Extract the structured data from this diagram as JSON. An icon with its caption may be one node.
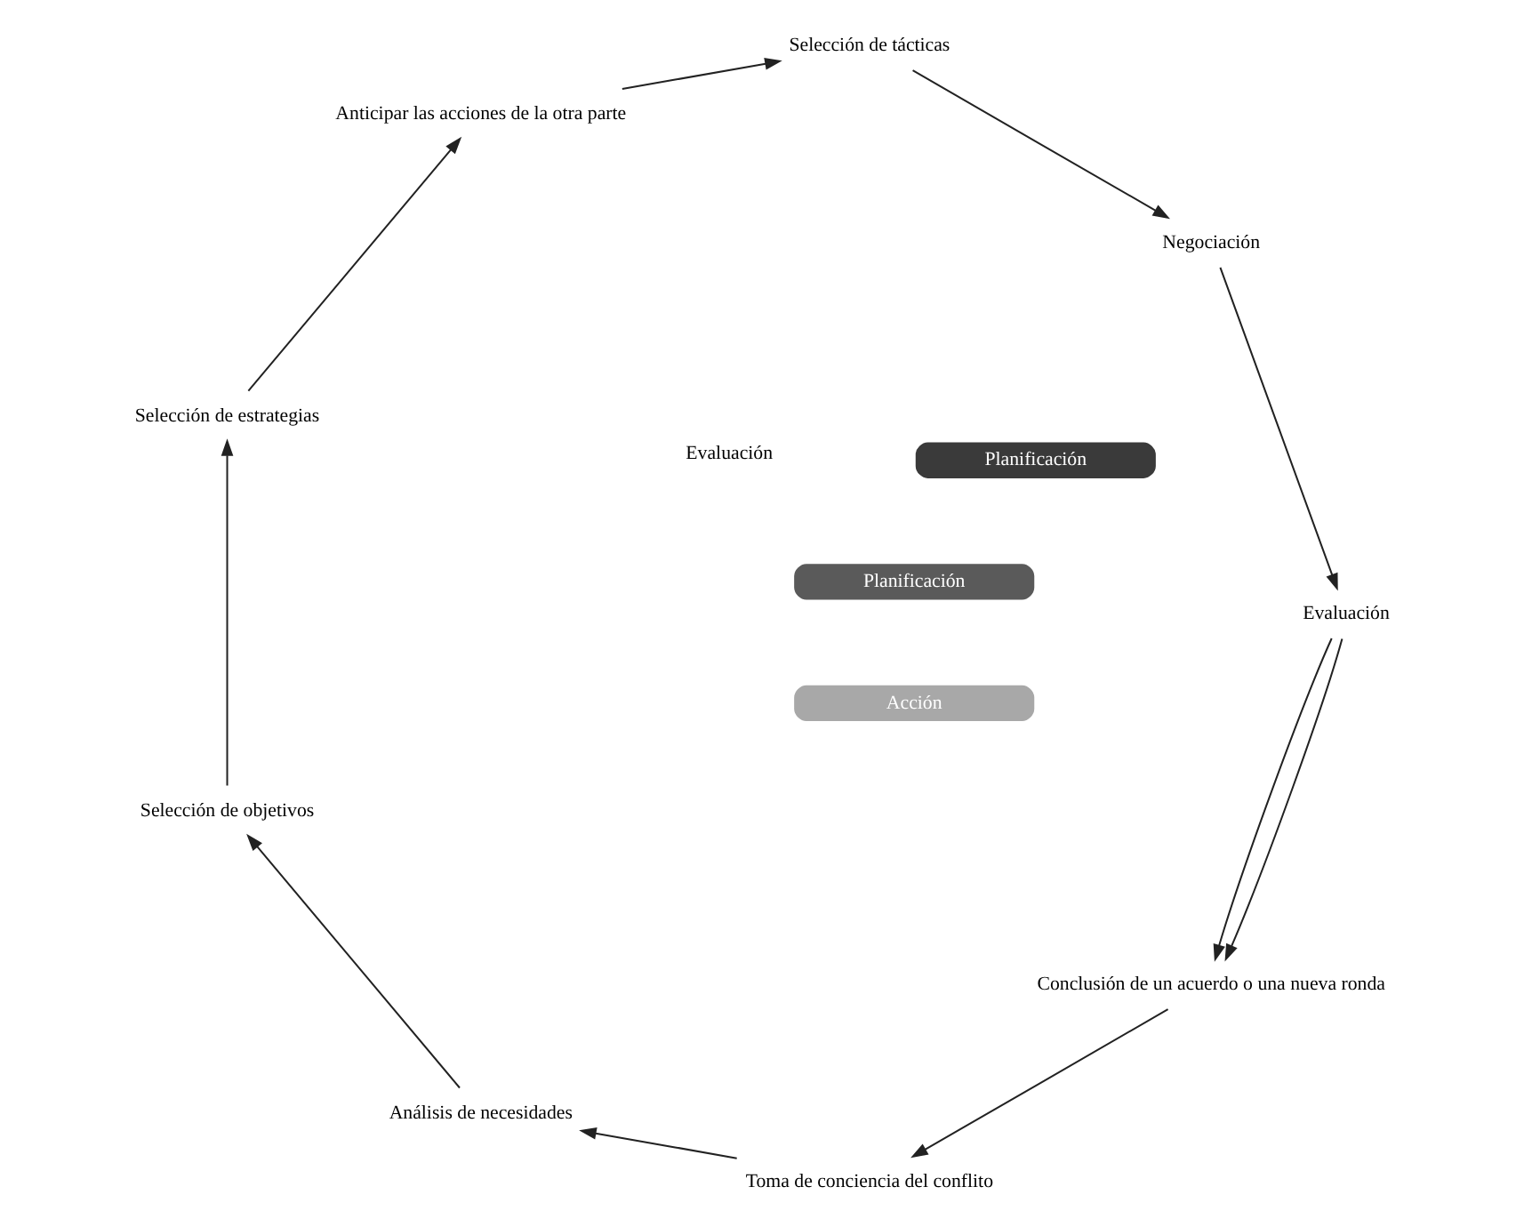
{
  "diagram": {
    "nodes": [
      {
        "text": [
          "Planificación"
        ]
      },
      {
        "text": [
          "Conclusión de un acuerdo o una nueva ronda"
        ]
      },
      {
        "text": [
          "Evaluación"
        ]
      },
      {
        "text": [
          "Toma de conciencia del conflito"
        ]
      },
      {
        "text": [
          "Análisis de necesidades"
        ]
      },
      {
        "text": [
          "Acción"
        ]
      },
      {
        "text": [
          "Negociación"
        ]
      },
      {
        "text": [
          "Selección de objetivos"
        ]
      },
      {
        "text": [
          "Selección de estrategias"
        ]
      },
      {
        "text": [
          "Selección de tácticas"
        ]
      },
      {
        "text": [
          "Anticipar las acciones de la otra parte"
        ]
      },
      {
        "text": [
          "Planificación"
        ]
      }
    ],
    "edges": [
      {
        "from": 2,
        "to": 1,
        "arrow": "to"
      },
      {
        "from": 2,
        "to": 1,
        "arrow": "to"
      },
      {
        "from": 1,
        "to": 3,
        "arrow": "to"
      },
      {
        "from": 3,
        "to": 4,
        "arrow": "to"
      },
      {
        "from": 4,
        "to": 7,
        "arrow": "to"
      },
      {
        "from": 7,
        "to": 8,
        "arrow": "to"
      },
      {
        "from": 8,
        "to": 10,
        "arrow": "to"
      },
      {
        "from": 10,
        "to": 9,
        "arrow": "to"
      },
      {
        "from": 9,
        "to": 6,
        "arrow": "to"
      },
      {
        "from": 6,
        "to": 2,
        "arrow": "to"
      }
    ],
    "labels": [
      "Evaluación"
    ]
  }
}
